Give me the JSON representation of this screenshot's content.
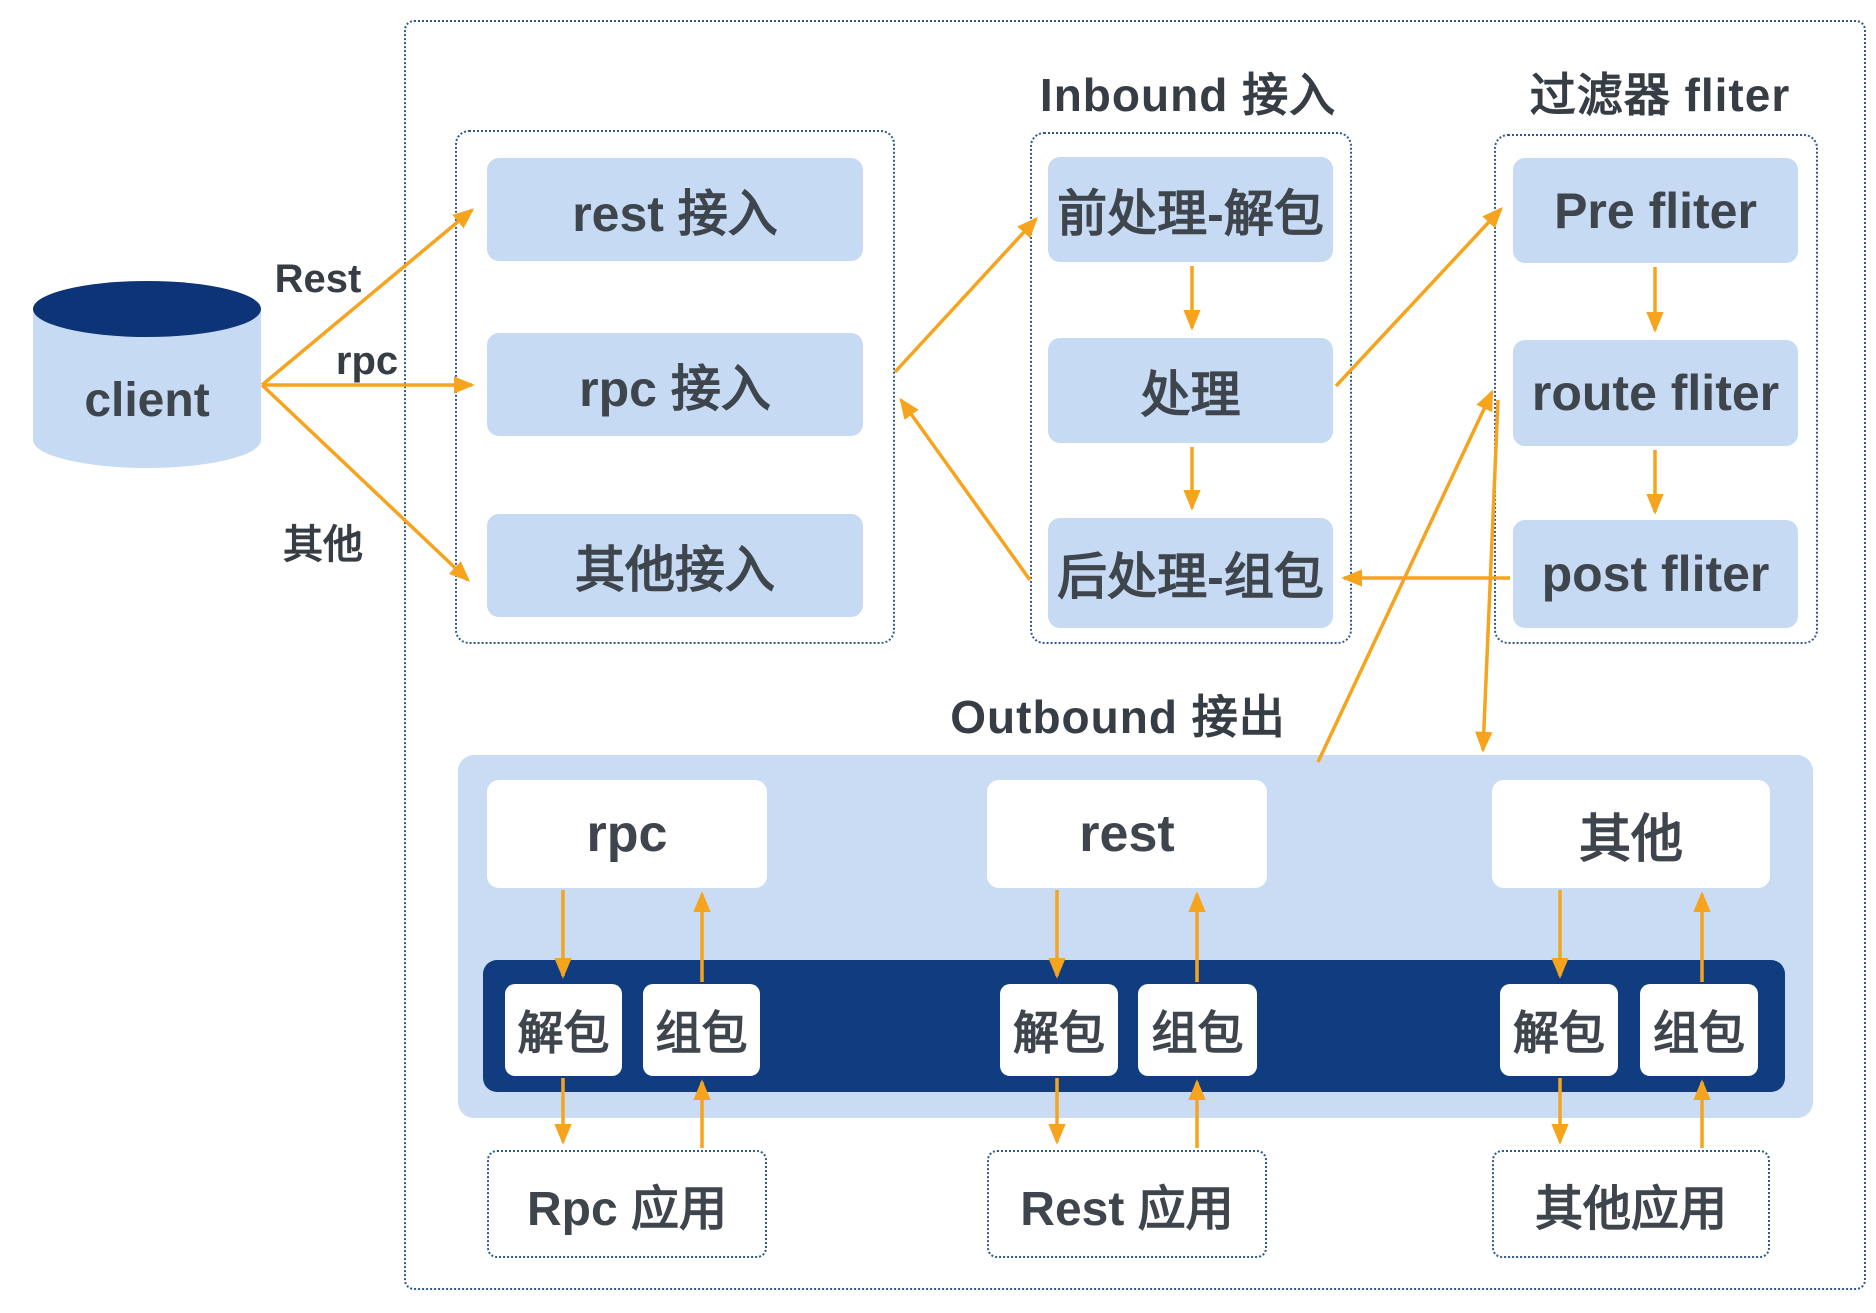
{
  "colors": {
    "accent": "#F6A41D",
    "navy": "#123C80",
    "navy_deep": "#0E3478",
    "box_blue": "#C6DAF3",
    "band_blue": "#C9DCF4",
    "text": "#3F454C",
    "dash_border": "#2E5C8C"
  },
  "client": {
    "label": "client"
  },
  "client_edges": {
    "rest": "Rest",
    "rpc": "rpc",
    "other": "其他"
  },
  "access_group": {
    "items": [
      "rest 接入",
      "rpc 接入",
      "其他接入"
    ]
  },
  "inbound_group": {
    "title": "Inbound 接入",
    "items": [
      "前处理-解包",
      "处理",
      "后处理-组包"
    ]
  },
  "filter_group": {
    "title": "过滤器 fliter",
    "items": [
      "Pre fliter",
      "route fliter",
      "post fliter"
    ]
  },
  "outbound": {
    "title": "Outbound 接出",
    "channels": [
      "rpc",
      "rest",
      "其他"
    ],
    "unpack": "解包",
    "pack": "组包"
  },
  "apps": [
    "Rpc 应用",
    "Rest 应用",
    "其他应用"
  ]
}
